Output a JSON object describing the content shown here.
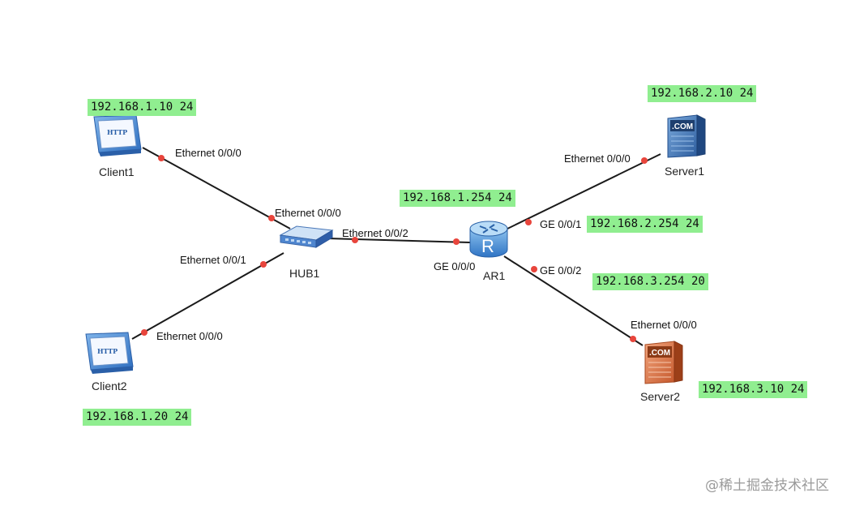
{
  "colors": {
    "ip_bg": "#90ee90",
    "link": "#1a1a1a",
    "port_dot": "#e8453c"
  },
  "devices": {
    "client1": {
      "name": "Client1",
      "icon": "http-client-icon",
      "screen_text": "HTTP"
    },
    "client2": {
      "name": "Client2",
      "icon": "http-client-icon",
      "screen_text": "HTTP"
    },
    "hub1": {
      "name": "HUB1",
      "icon": "hub-icon"
    },
    "ar1": {
      "name": "AR1",
      "icon": "router-icon",
      "glyph": "R"
    },
    "server1": {
      "name": "Server1",
      "icon": "dns-server-icon",
      "badge": ".COM"
    },
    "server2": {
      "name": "Server2",
      "icon": "dns-server-icon",
      "badge": ".COM"
    }
  },
  "ports": {
    "client1_eth0": "Ethernet 0/0/0",
    "hub1_eth0": "Ethernet 0/0/0",
    "hub1_eth1": "Ethernet 0/0/1",
    "client2_eth0": "Ethernet 0/0/0",
    "hub1_eth2": "Ethernet 0/0/2",
    "ar1_ge0": "GE 0/0/0",
    "ar1_ge1": "GE 0/0/1",
    "ar1_ge2": "GE 0/0/2",
    "server1_eth0": "Ethernet 0/0/0",
    "server2_eth0": "Ethernet 0/0/0"
  },
  "ips": {
    "client1": "192.168.1.10 24",
    "client2": "192.168.1.20 24",
    "ar1_ge0": "192.168.1.254 24",
    "server1": "192.168.2.10 24",
    "ar1_ge1": "192.168.2.254 24",
    "ar1_ge2": "192.168.3.254 20",
    "server2": "192.168.3.10 24"
  },
  "watermark": "@稀土掘金技术社区"
}
